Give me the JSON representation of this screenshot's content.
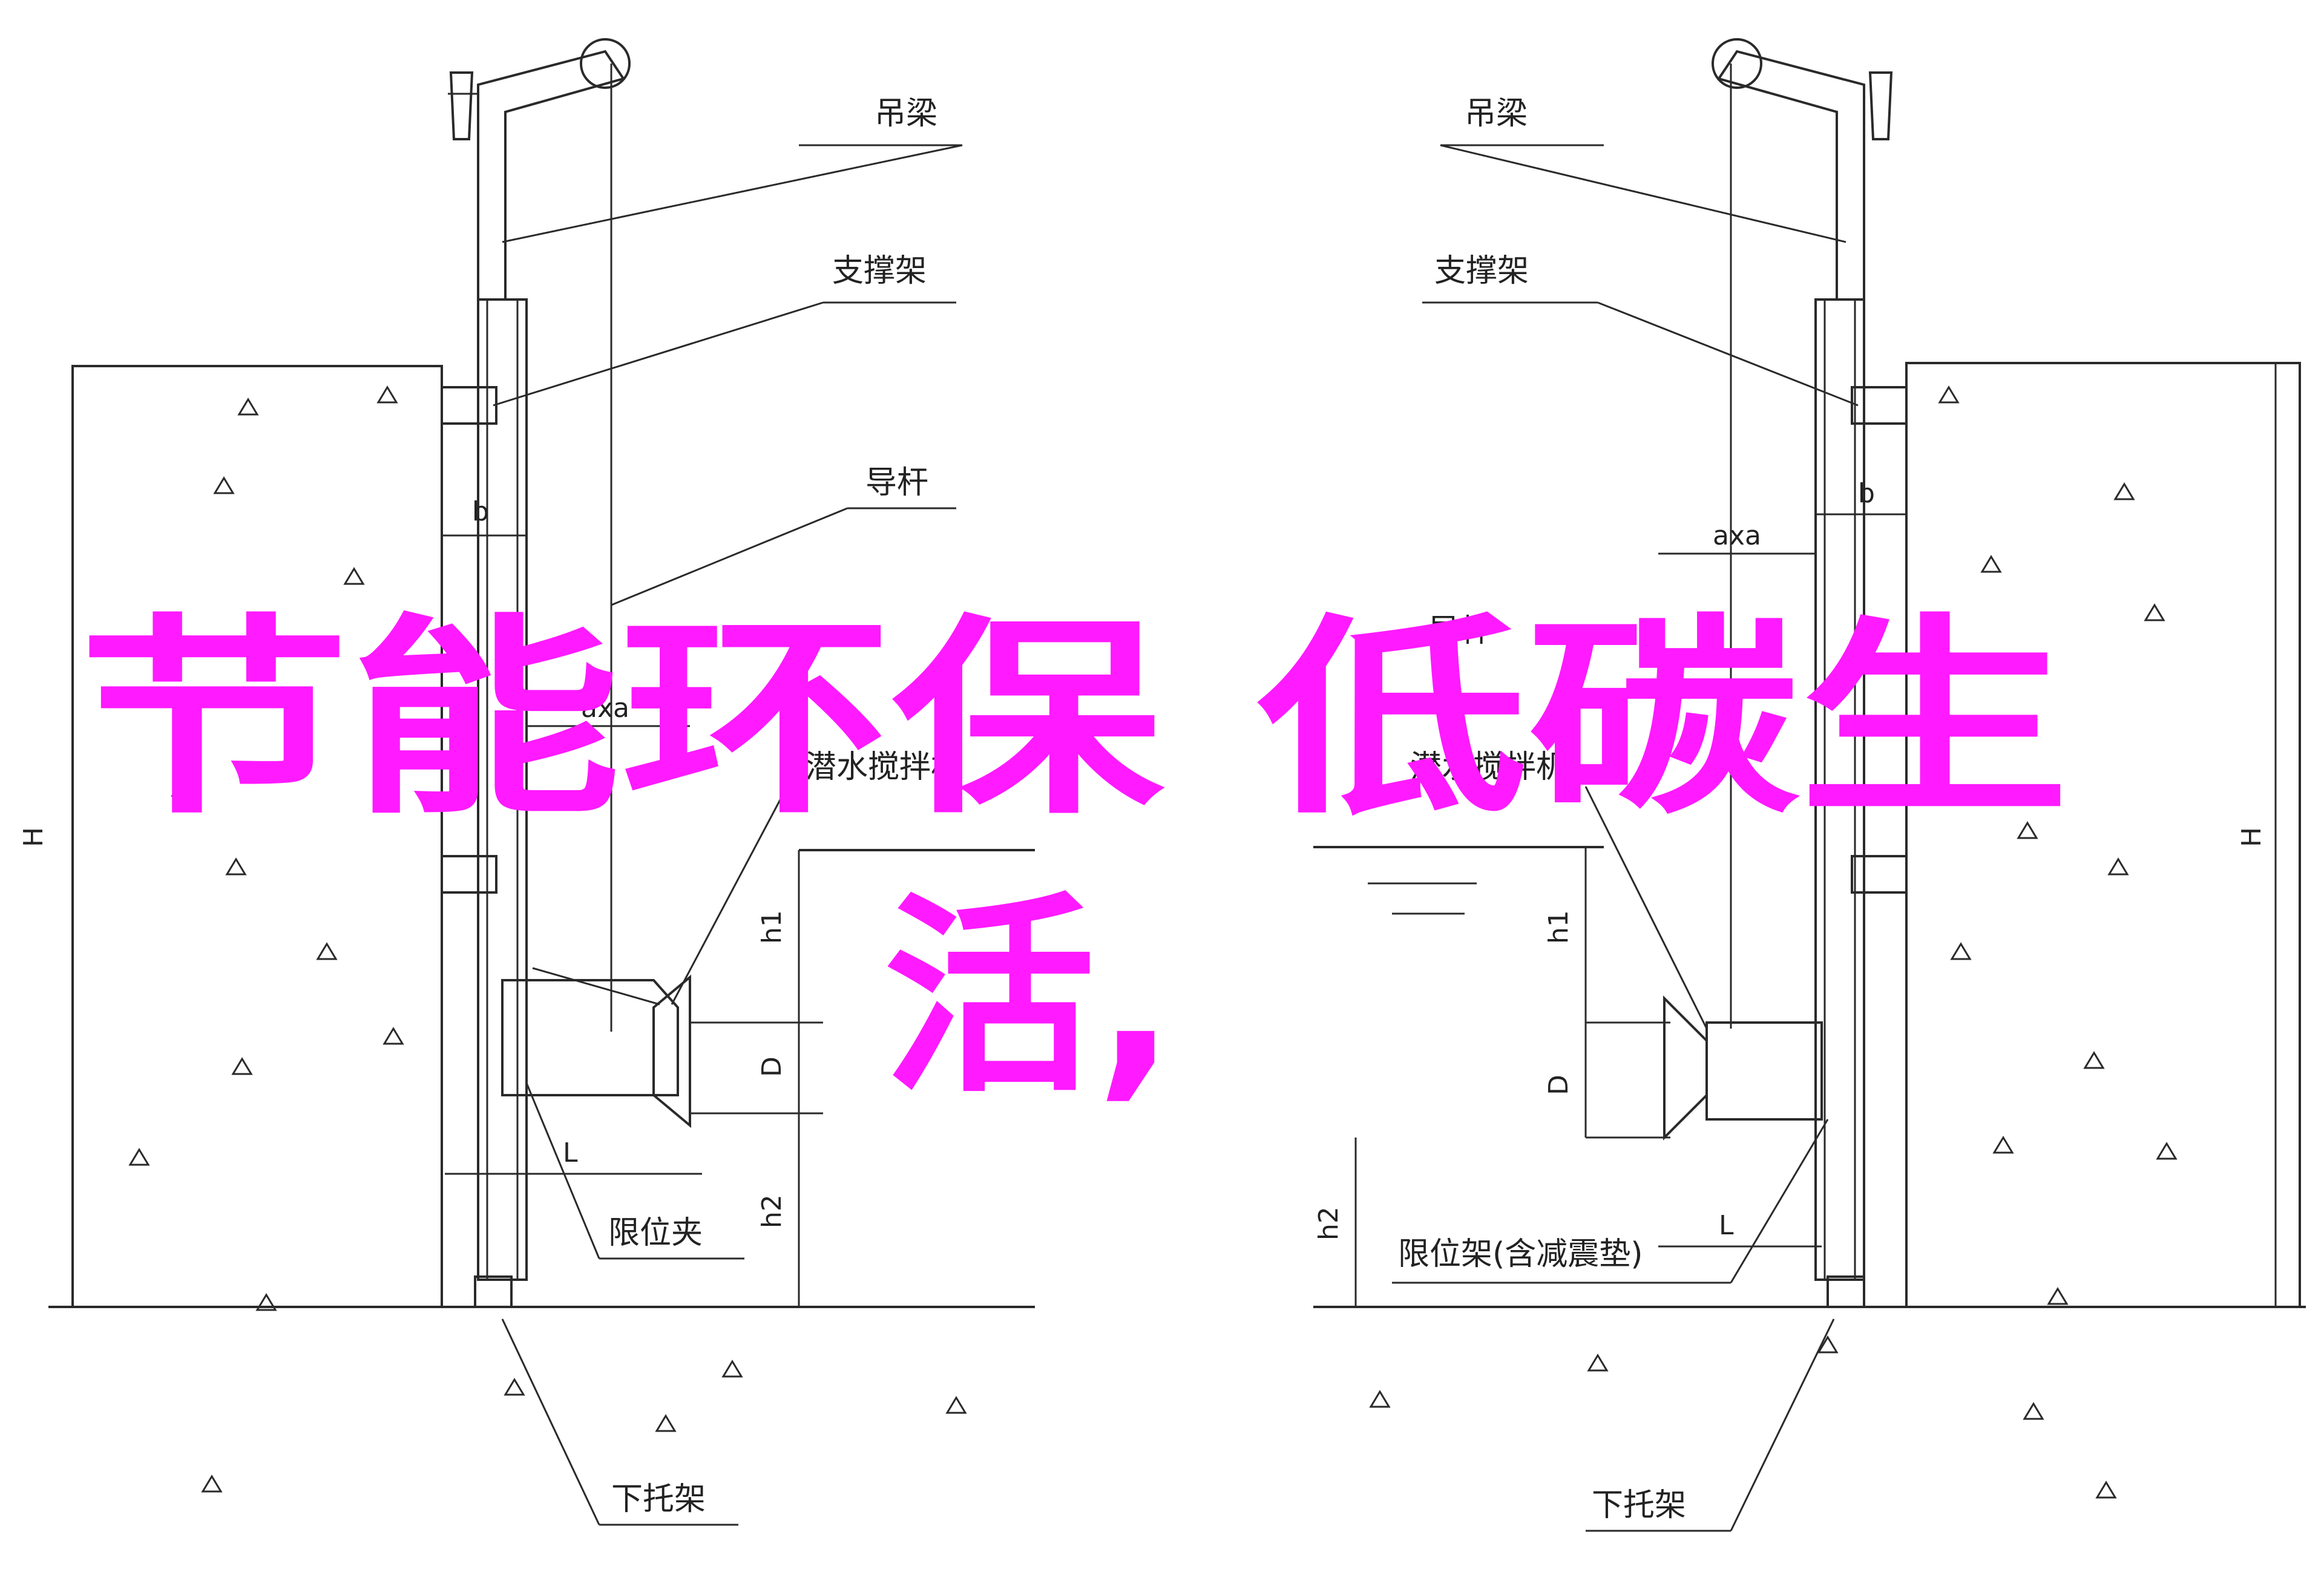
{
  "left": {
    "labels": {
      "crane_beam": "吊梁",
      "support": "支撑架",
      "guide_rod": "导杆",
      "mixer": "潜水搅拌机",
      "limit_clamp": "限位夹",
      "lower_bracket": "下托架"
    },
    "dims": {
      "b": "b",
      "axa": "axa",
      "H": "H",
      "h1": "h1",
      "D": "D",
      "h2": "h2",
      "L": "L"
    }
  },
  "right": {
    "labels": {
      "crane_beam": "吊梁",
      "support": "支撑架",
      "guide_rod": "导杆",
      "mixer": "潜水搅拌机",
      "limit_rack": "限位架(含减震垫)",
      "lower_bracket": "下托架"
    },
    "dims": {
      "b": "b",
      "axa": "axa",
      "H": "H",
      "h1": "h1",
      "D": "D",
      "h2": "h2",
      "L": "L"
    }
  },
  "overlay": {
    "line1": "节能环保 低碳生",
    "line2": "活,"
  },
  "colors": {
    "overlay": "#ff1aff",
    "lines": "#2a2a2a",
    "background": "#ffffff"
  }
}
